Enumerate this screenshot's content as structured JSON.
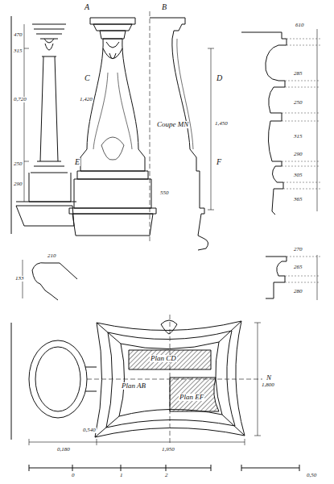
{
  "diagram": {
    "labels": [
      "A",
      "B",
      "C",
      "D",
      "E",
      "F",
      "Coupe MN",
      "1,450",
      "Plan CD",
      "Plan AB",
      "Plan EF",
      "N",
      "0",
      "1",
      "2",
      "0,50",
      "470",
      "315",
      "0,720",
      "250",
      "290",
      "1,420",
      "550",
      "610",
      "285",
      "250",
      "315",
      "290",
      "305",
      "365",
      "270",
      "265",
      "280",
      "210",
      "133",
      "0,180",
      "1,950",
      "0,540",
      "1,800"
    ]
  }
}
